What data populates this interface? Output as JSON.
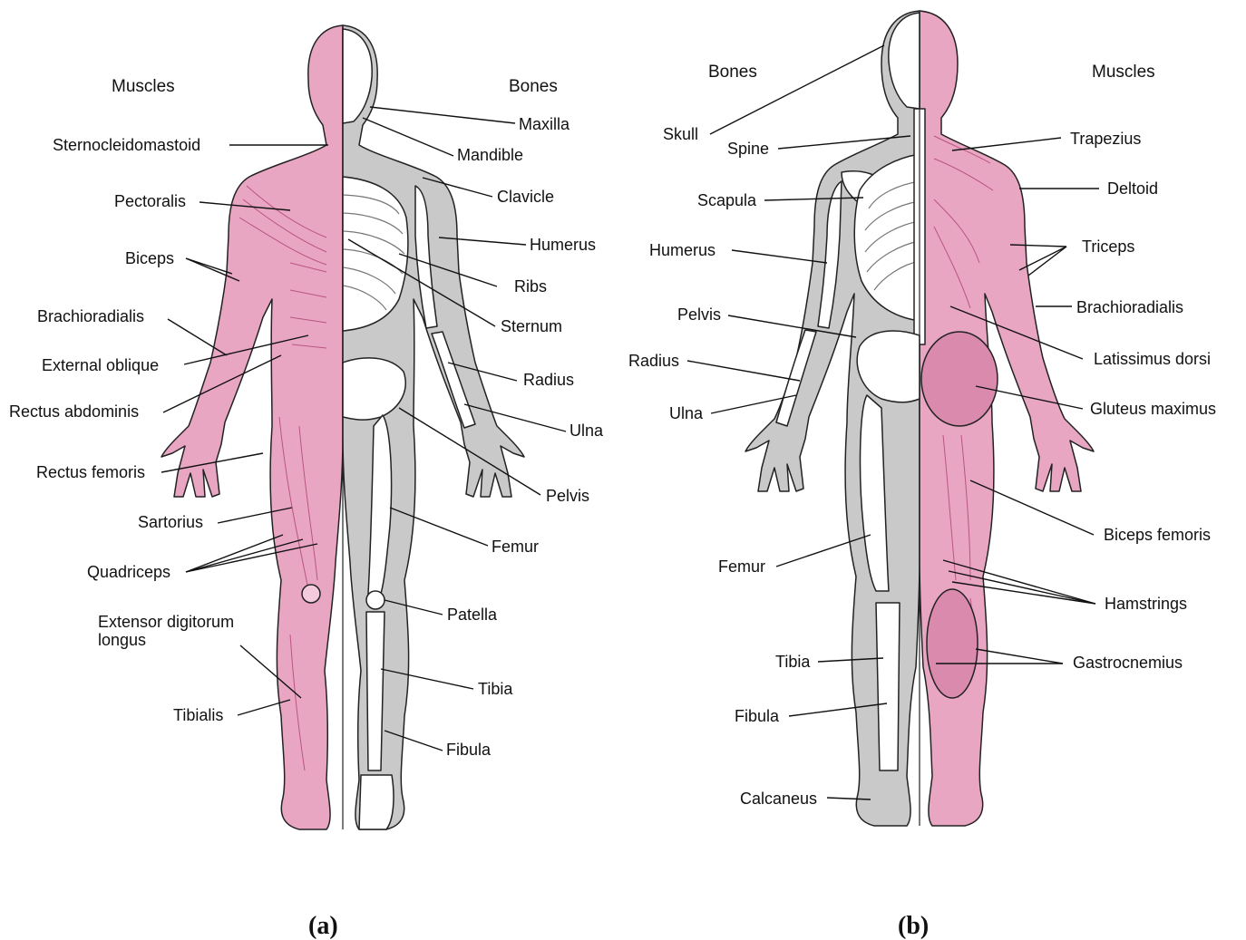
{
  "figures": [
    {
      "caption": "(a)",
      "left_header": "Muscles",
      "right_header": "Bones",
      "labels": [
        "Sternocleidomastoid",
        "Pectoralis",
        "Biceps",
        "Brachioradialis",
        "External oblique",
        "Rectus abdominis",
        "Rectus femoris",
        "Sartorius",
        "Quadriceps",
        "Extensor digitorum longus",
        "Tibialis",
        "Maxilla",
        "Mandible",
        "Clavicle",
        "Humerus",
        "Ribs",
        "Sternum",
        "Radius",
        "Ulna",
        "Pelvis",
        "Femur",
        "Patella",
        "Tibia",
        "Fibula"
      ]
    },
    {
      "caption": "(b)",
      "left_header": "Bones",
      "right_header": "Muscles",
      "labels": [
        "Skull",
        "Spine",
        "Scapula",
        "Humerus",
        "Pelvis",
        "Radius",
        "Ulna",
        "Femur",
        "Tibia",
        "Fibula",
        "Calcaneus",
        "Trapezius",
        "Deltoid",
        "Triceps",
        "Brachioradialis",
        "Latissimus dorsi",
        "Gluteus maximus",
        "Biceps femoris",
        "Hamstrings",
        "Gastrocnemius"
      ]
    }
  ],
  "colors": {
    "muscle": "#e9a6c3",
    "muscle_dark": "#b9557f",
    "bone": "#ffffff",
    "body_grey": "#c9c9c9",
    "outline": "#222222"
  }
}
